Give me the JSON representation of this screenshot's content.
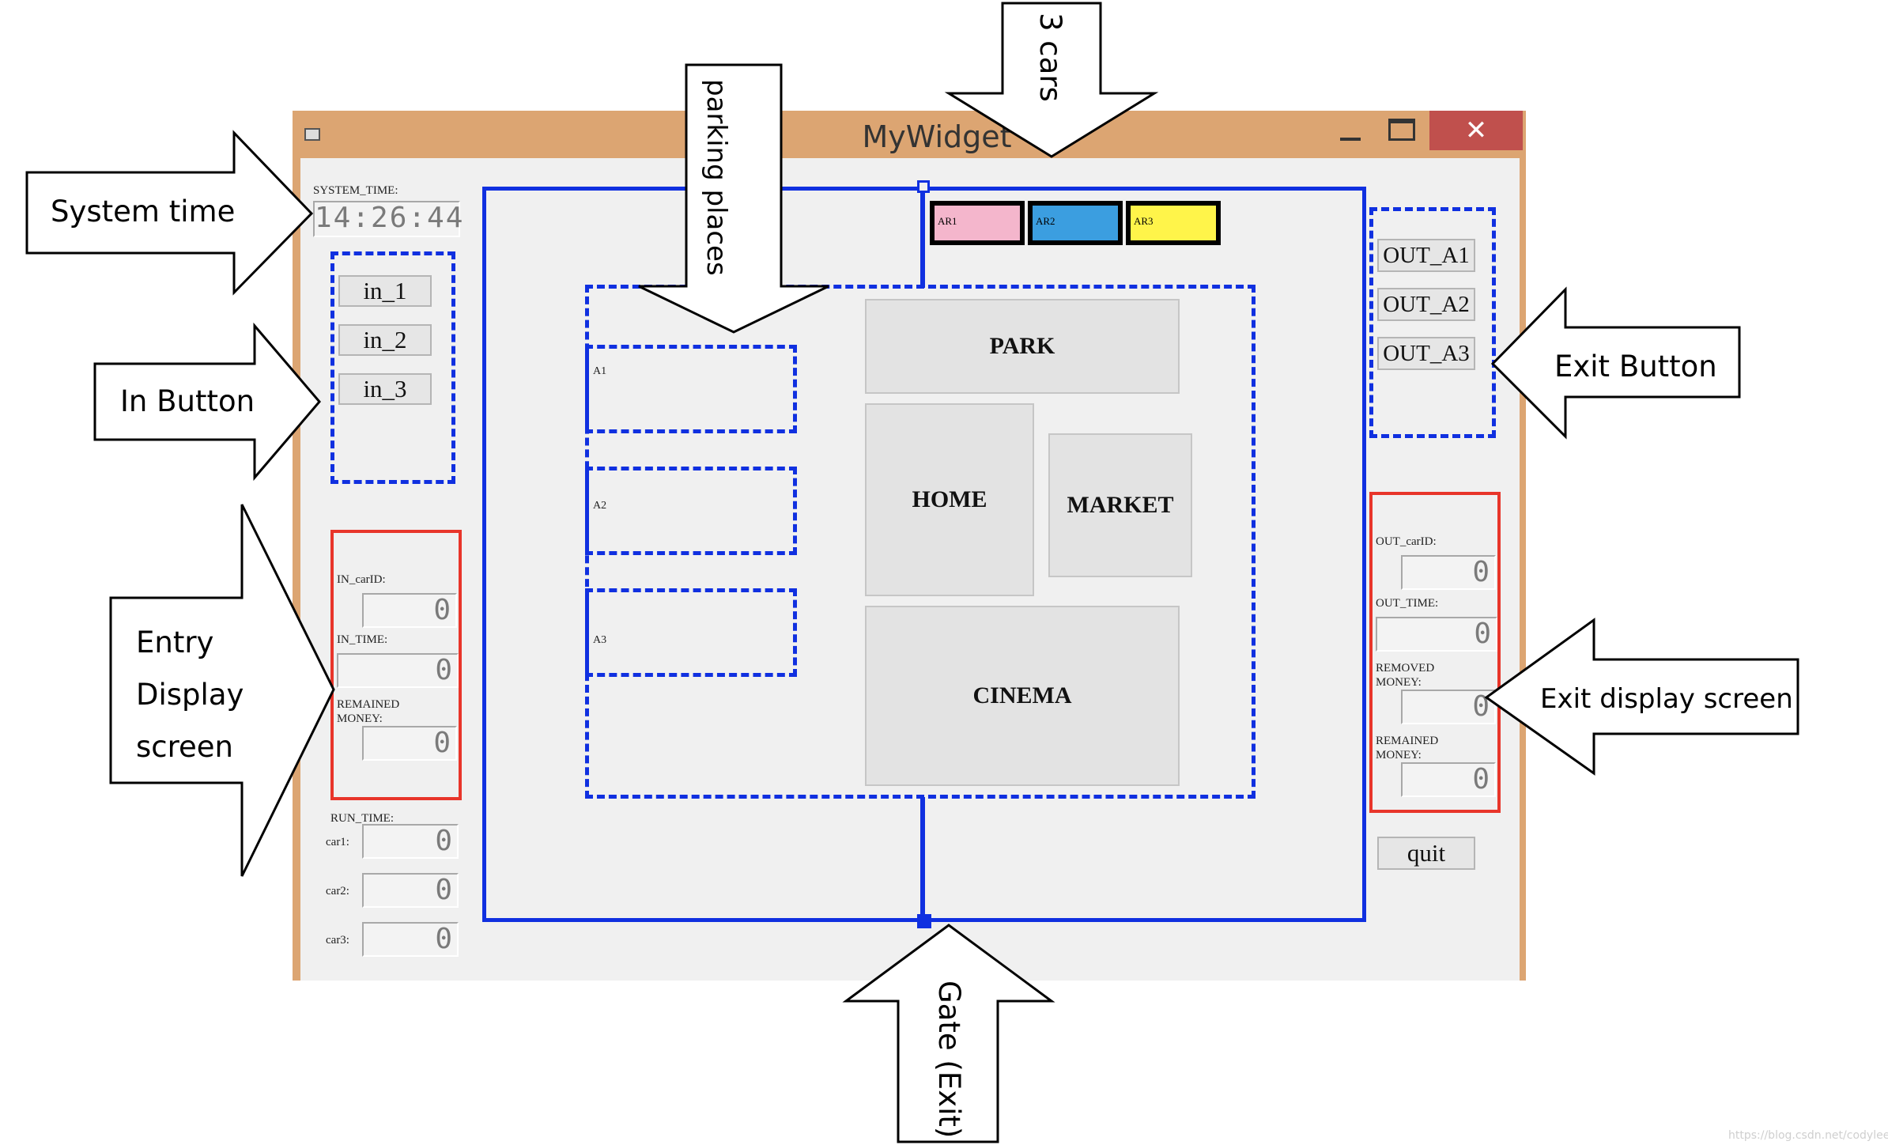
{
  "window": {
    "title": "MyWidget",
    "close_glyph": "✕"
  },
  "left": {
    "system_time_label": "SYSTEM_TIME:",
    "system_time_value": "14:26:44",
    "in_buttons": [
      "in_1",
      "in_2",
      "in_3"
    ],
    "entry": {
      "car_id_label": "IN_carID:",
      "car_id_value": "0",
      "time_label": "IN_TIME:",
      "time_value": "0",
      "money_label_1": "REMAINED",
      "money_label_2": "MONEY:",
      "money_value": "0"
    },
    "run_time_label": "RUN_TIME:",
    "run_rows": [
      {
        "label": "car1:",
        "value": "0"
      },
      {
        "label": "car2:",
        "value": "0"
      },
      {
        "label": "car3:",
        "value": "0"
      }
    ]
  },
  "center": {
    "cars": [
      {
        "label": "AR1",
        "color": "#f4b6cc"
      },
      {
        "label": "AR2",
        "color": "#3b9ee0"
      },
      {
        "label": "AR3",
        "color": "#fff44a"
      }
    ],
    "slots": [
      "A1",
      "A2",
      "A3"
    ],
    "zones": {
      "park": "PARK",
      "home": "HOME",
      "market": "MARKET",
      "cinema": "CINEMA"
    }
  },
  "right": {
    "out_buttons": [
      "OUT_A1",
      "OUT_A2",
      "OUT_A3"
    ],
    "exit": {
      "car_id_label": "OUT_carID:",
      "car_id_value": "0",
      "time_label": "OUT_TIME:",
      "time_value": "0",
      "removed_label_1": "REMOVED",
      "removed_label_2": "MONEY:",
      "removed_value": "0",
      "remained_label_1": "REMAINED",
      "remained_label_2": "MONEY:",
      "remained_value": "0"
    },
    "quit_label": "quit"
  },
  "annotations": {
    "system_time": "System time",
    "in_button": "In Button",
    "entry_display_1": "Entry",
    "entry_display_2": "Display",
    "entry_display_3": "screen",
    "parking_places": "parking places",
    "three_cars": "3 cars",
    "exit_button": "Exit Button",
    "exit_display": "Exit display screen",
    "gate_exit": "Gate (Exit)"
  },
  "watermark": "https://blog.csdn.net/codylee"
}
